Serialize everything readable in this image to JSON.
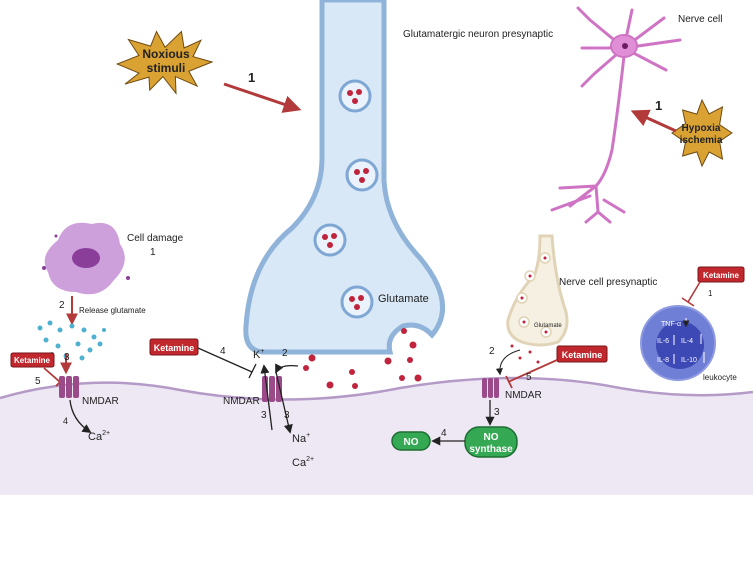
{
  "labels": {
    "presynaptic_neuron": "Glutamatergic neuron presynaptic",
    "nerve_cell": "Nerve cell",
    "nerve_cell_presynaptic": "Nerve cell presynaptic",
    "glutamate_main": "Glutamate",
    "glutamate_small": "Glutamate",
    "cell_damage": "Cell damage",
    "release_glutamate": "Release glutamate",
    "leukocyte": "leukocyte",
    "nmdar_left": "NMDAR",
    "nmdar_center": "NMDAR",
    "nmdar_right": "NMDAR",
    "ca_left": "Ca",
    "ca_left_sup": "2+",
    "k_ion": "K",
    "k_sup": "+",
    "na_ion": "Na",
    "na_sup": "+",
    "ca_center": "Ca",
    "ca_center_sup": "2+",
    "no_product": "NO",
    "no_synthase_line1": "NO",
    "no_synthase_line2": "synthase"
  },
  "stimuli": {
    "noxious_line1": "Noxious",
    "noxious_line2": "stimuli",
    "hypoxia_line1": "Hypoxia",
    "hypoxia_line2": "ischemia"
  },
  "ketamine_labels": [
    "Ketamine",
    "Ketamine",
    "Ketamine",
    "Ketamine"
  ],
  "cytokines": {
    "tnf": "TNF-α",
    "il6": "IL-6",
    "il4": "IL-4",
    "il8": "IL-8",
    "il10": "IL-10"
  },
  "steps": {
    "noxious": "1",
    "hypoxia": "1",
    "cell_damage": "1",
    "release": "2",
    "left_ketamine": "3",
    "left_inhibit": "5",
    "left_ca": "4",
    "center_ketamine": "4",
    "center_k": "2",
    "center_in": "3",
    "center_out": "3",
    "right_release": "2",
    "right_inhibit": "5",
    "right_down": "3",
    "right_no": "4",
    "leukocyte_ketamine": "1"
  },
  "colors": {
    "neuron_fill": "#d9e8f6",
    "neuron_stroke": "#8fb3d9",
    "membrane": "#b49ac6",
    "cytoplasm": "#eee8f4",
    "arrow_red": "#b23a3a",
    "ketamine_red": "#c0282e",
    "receptor": "#9b4a8a",
    "star_fill": "#d9a232",
    "nerve_cell": "#cf74c4",
    "leukocyte": "#6f7fd6",
    "no_green": "#34a853",
    "vesicle_dot": "#c0243c"
  }
}
